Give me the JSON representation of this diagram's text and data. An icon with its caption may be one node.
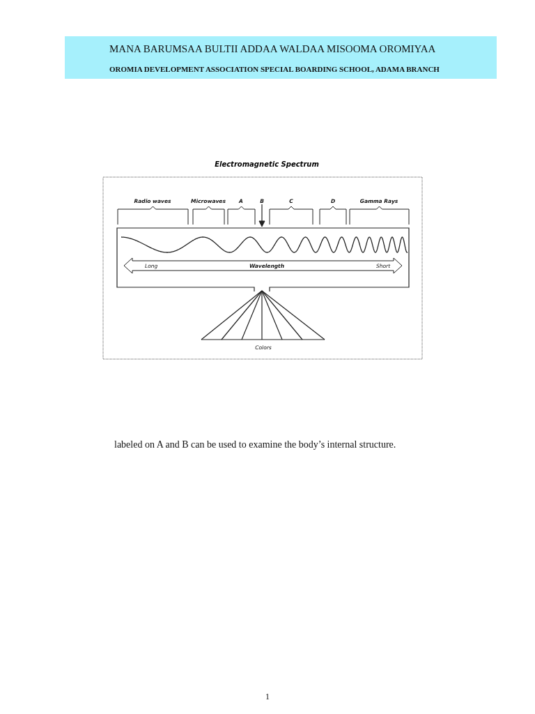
{
  "diagram": {
    "title": "Electromagnetic Spectrum",
    "labels": [
      "MANA BARUMSAA BULTII ADDAA WALDAA MISOOMA OROMIYAA",
      "OROMIA DEVELOPMENT  ASSOCIATION  SPECIAL  BOARDING  SCHOOL,  ADAMA  BRANCH",
      "Radio waves",
      "Microwaves",
      "A",
      "B",
      "C",
      "D",
      "Gamma Rays",
      "Long",
      "Wavelength",
      "Short",
      "Colors",
      "labeled on A and B can be used to examine the body’s internal structure.",
      "1"
    ]
  }
}
